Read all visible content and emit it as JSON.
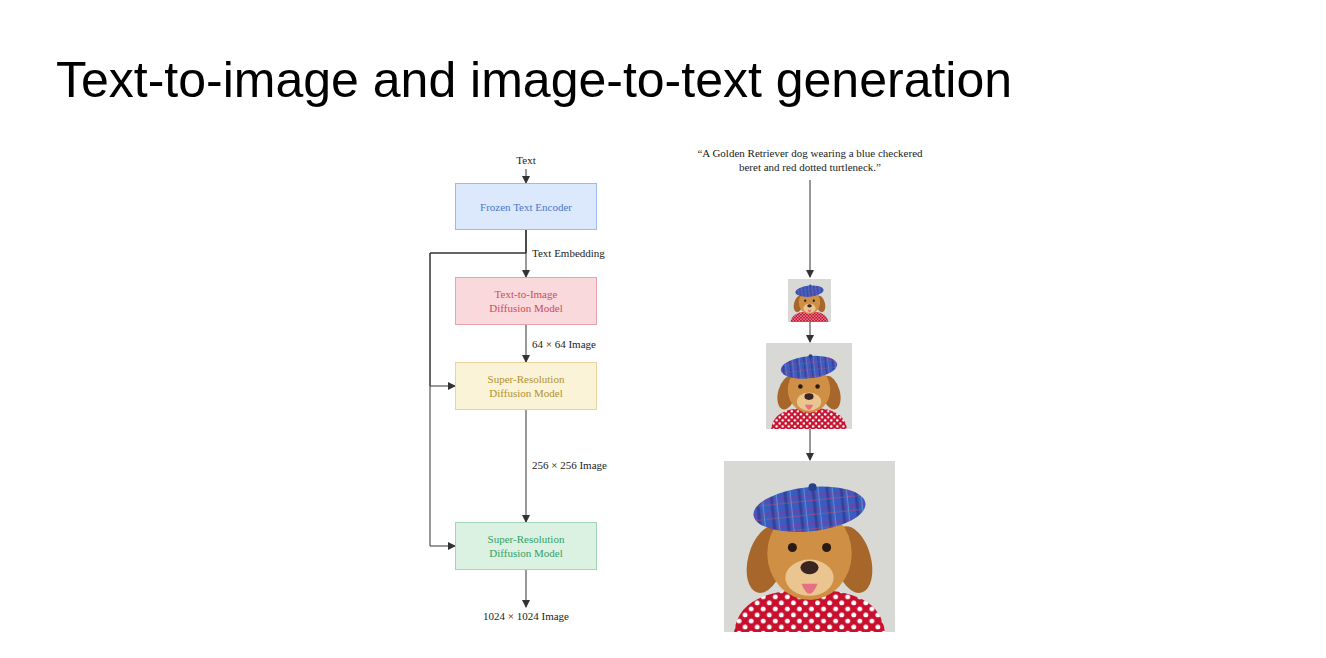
{
  "diagram": {
    "title": "Text-to-image and image-to-text generation",
    "nodes": [
      {
        "text": [
          "Frozen Text Encoder"
        ]
      },
      {
        "text": [
          "Text-to-Image Diffusion Model"
        ]
      },
      {
        "text": [
          "Super-Resolution Diffusion Model"
        ]
      },
      {
        "text": [
          "Super-Resolution Diffusion Model"
        ]
      }
    ],
    "edges": [
      {
        "from": 0,
        "to": 1,
        "arrow": "to",
        "label": "Text Embedding"
      },
      {
        "from": 0,
        "to": 2,
        "arrow": "to"
      },
      {
        "from": 0,
        "to": 3,
        "arrow": "to"
      },
      {
        "from": 1,
        "to": 2,
        "arrow": "to",
        "label": "64 × 64 Image"
      },
      {
        "from": 2,
        "to": 3,
        "arrow": "to",
        "label": "256 × 256 Image"
      }
    ],
    "labels": [
      "Text",
      "1024 × 1024 Image",
      "“A Golden Retriever dog wearing a blue checkered beret and red dotted turtleneck.”"
    ]
  }
}
